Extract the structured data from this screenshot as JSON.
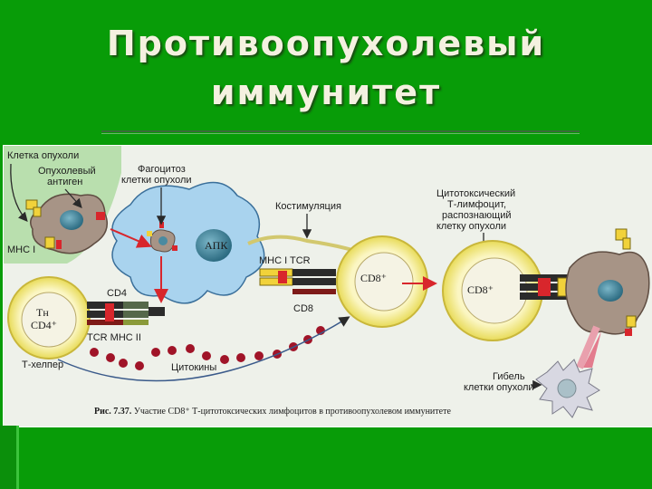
{
  "slide": {
    "title_line1": "Противоопухолевый",
    "title_line2": "иммунитет"
  },
  "diagram": {
    "labels": {
      "tumor_cell": "Клетка опухоли",
      "tumor_antigen_1": "Опухолевый",
      "tumor_antigen_2": "антиген",
      "phagocytosis_1": "Фагоцитоз",
      "phagocytosis_2": "клетки опухоли",
      "costimulation": "Костимуляция",
      "ctl_1": "Цитотоксический",
      "ctl_2": "Т-лимфоцит,",
      "ctl_3": "распознающий",
      "ctl_4": "клетку опухоли",
      "mhc1_left": "MHC I",
      "apc": "АПК",
      "mhc1_tcr": "MHC I  TCR",
      "cd8_plus_center": "CD8⁺",
      "cd8_plus_right": "CD8⁺",
      "cd4": "CD4",
      "cd8": "CD8",
      "th": "Тн",
      "cd4_plus": "CD4⁺",
      "tcr_mhc2": "TCR  MHC II",
      "t_helper": "Т-хелпер",
      "cytokines": "Цитокины",
      "death_1": "Гибель",
      "death_2": "клетки опухоли"
    },
    "caption_bold": "Рис. 7.37.",
    "caption_text": " Участие CD8⁺ Т-цитотоксических лимфоцитов в противоопухолевом иммунитете",
    "colors": {
      "slide_bg": "#089c08",
      "title_text": "#f4f1e0",
      "tumor_zone": "#b9dfae",
      "apc_fill": "#a9d3ee",
      "tcell_ring": "#f4ee8a",
      "tumor_cell": "#a79486",
      "nucleus": "#4a8aa0",
      "arrow_red": "#d8262c",
      "cytokine": "#a01428"
    }
  }
}
